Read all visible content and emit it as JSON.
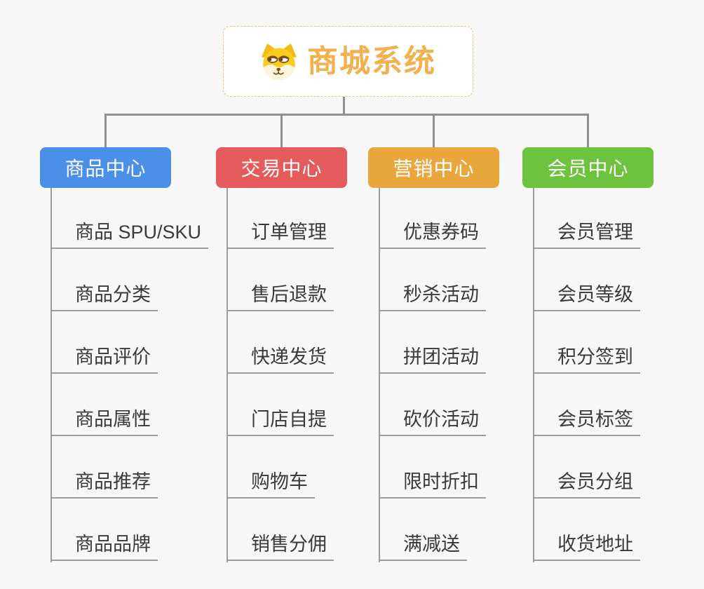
{
  "diagram": {
    "title": "商城系统",
    "root_icon": "dog-face-icon",
    "colors": {
      "background": "#f7f7f7",
      "root_text": "#f2b04e",
      "root_border": "#f0be74",
      "connector": "#909090",
      "leaf_line": "#9c9c9c",
      "leaf_text": "#3a3a3a",
      "branch_text": "#ffffff"
    },
    "branches": [
      {
        "label": "商品中心",
        "color": "#4a8fe8",
        "items": [
          "商品 SPU/SKU",
          "商品分类",
          "商品评价",
          "商品属性",
          "商品推荐",
          "商品品牌"
        ]
      },
      {
        "label": "交易中心",
        "color": "#e55b5b",
        "items": [
          "订单管理",
          "售后退款",
          "快递发货",
          "门店自提",
          "购物车",
          "销售分佣"
        ]
      },
      {
        "label": "营销中心",
        "color": "#e9a63d",
        "items": [
          "优惠券码",
          "秒杀活动",
          "拼团活动",
          "砍价活动",
          "限时折扣",
          "满减送"
        ]
      },
      {
        "label": "会员中心",
        "color": "#6dc23e",
        "items": [
          "会员管理",
          "会员等级",
          "积分签到",
          "会员标签",
          "会员分组",
          "收货地址"
        ]
      }
    ]
  }
}
